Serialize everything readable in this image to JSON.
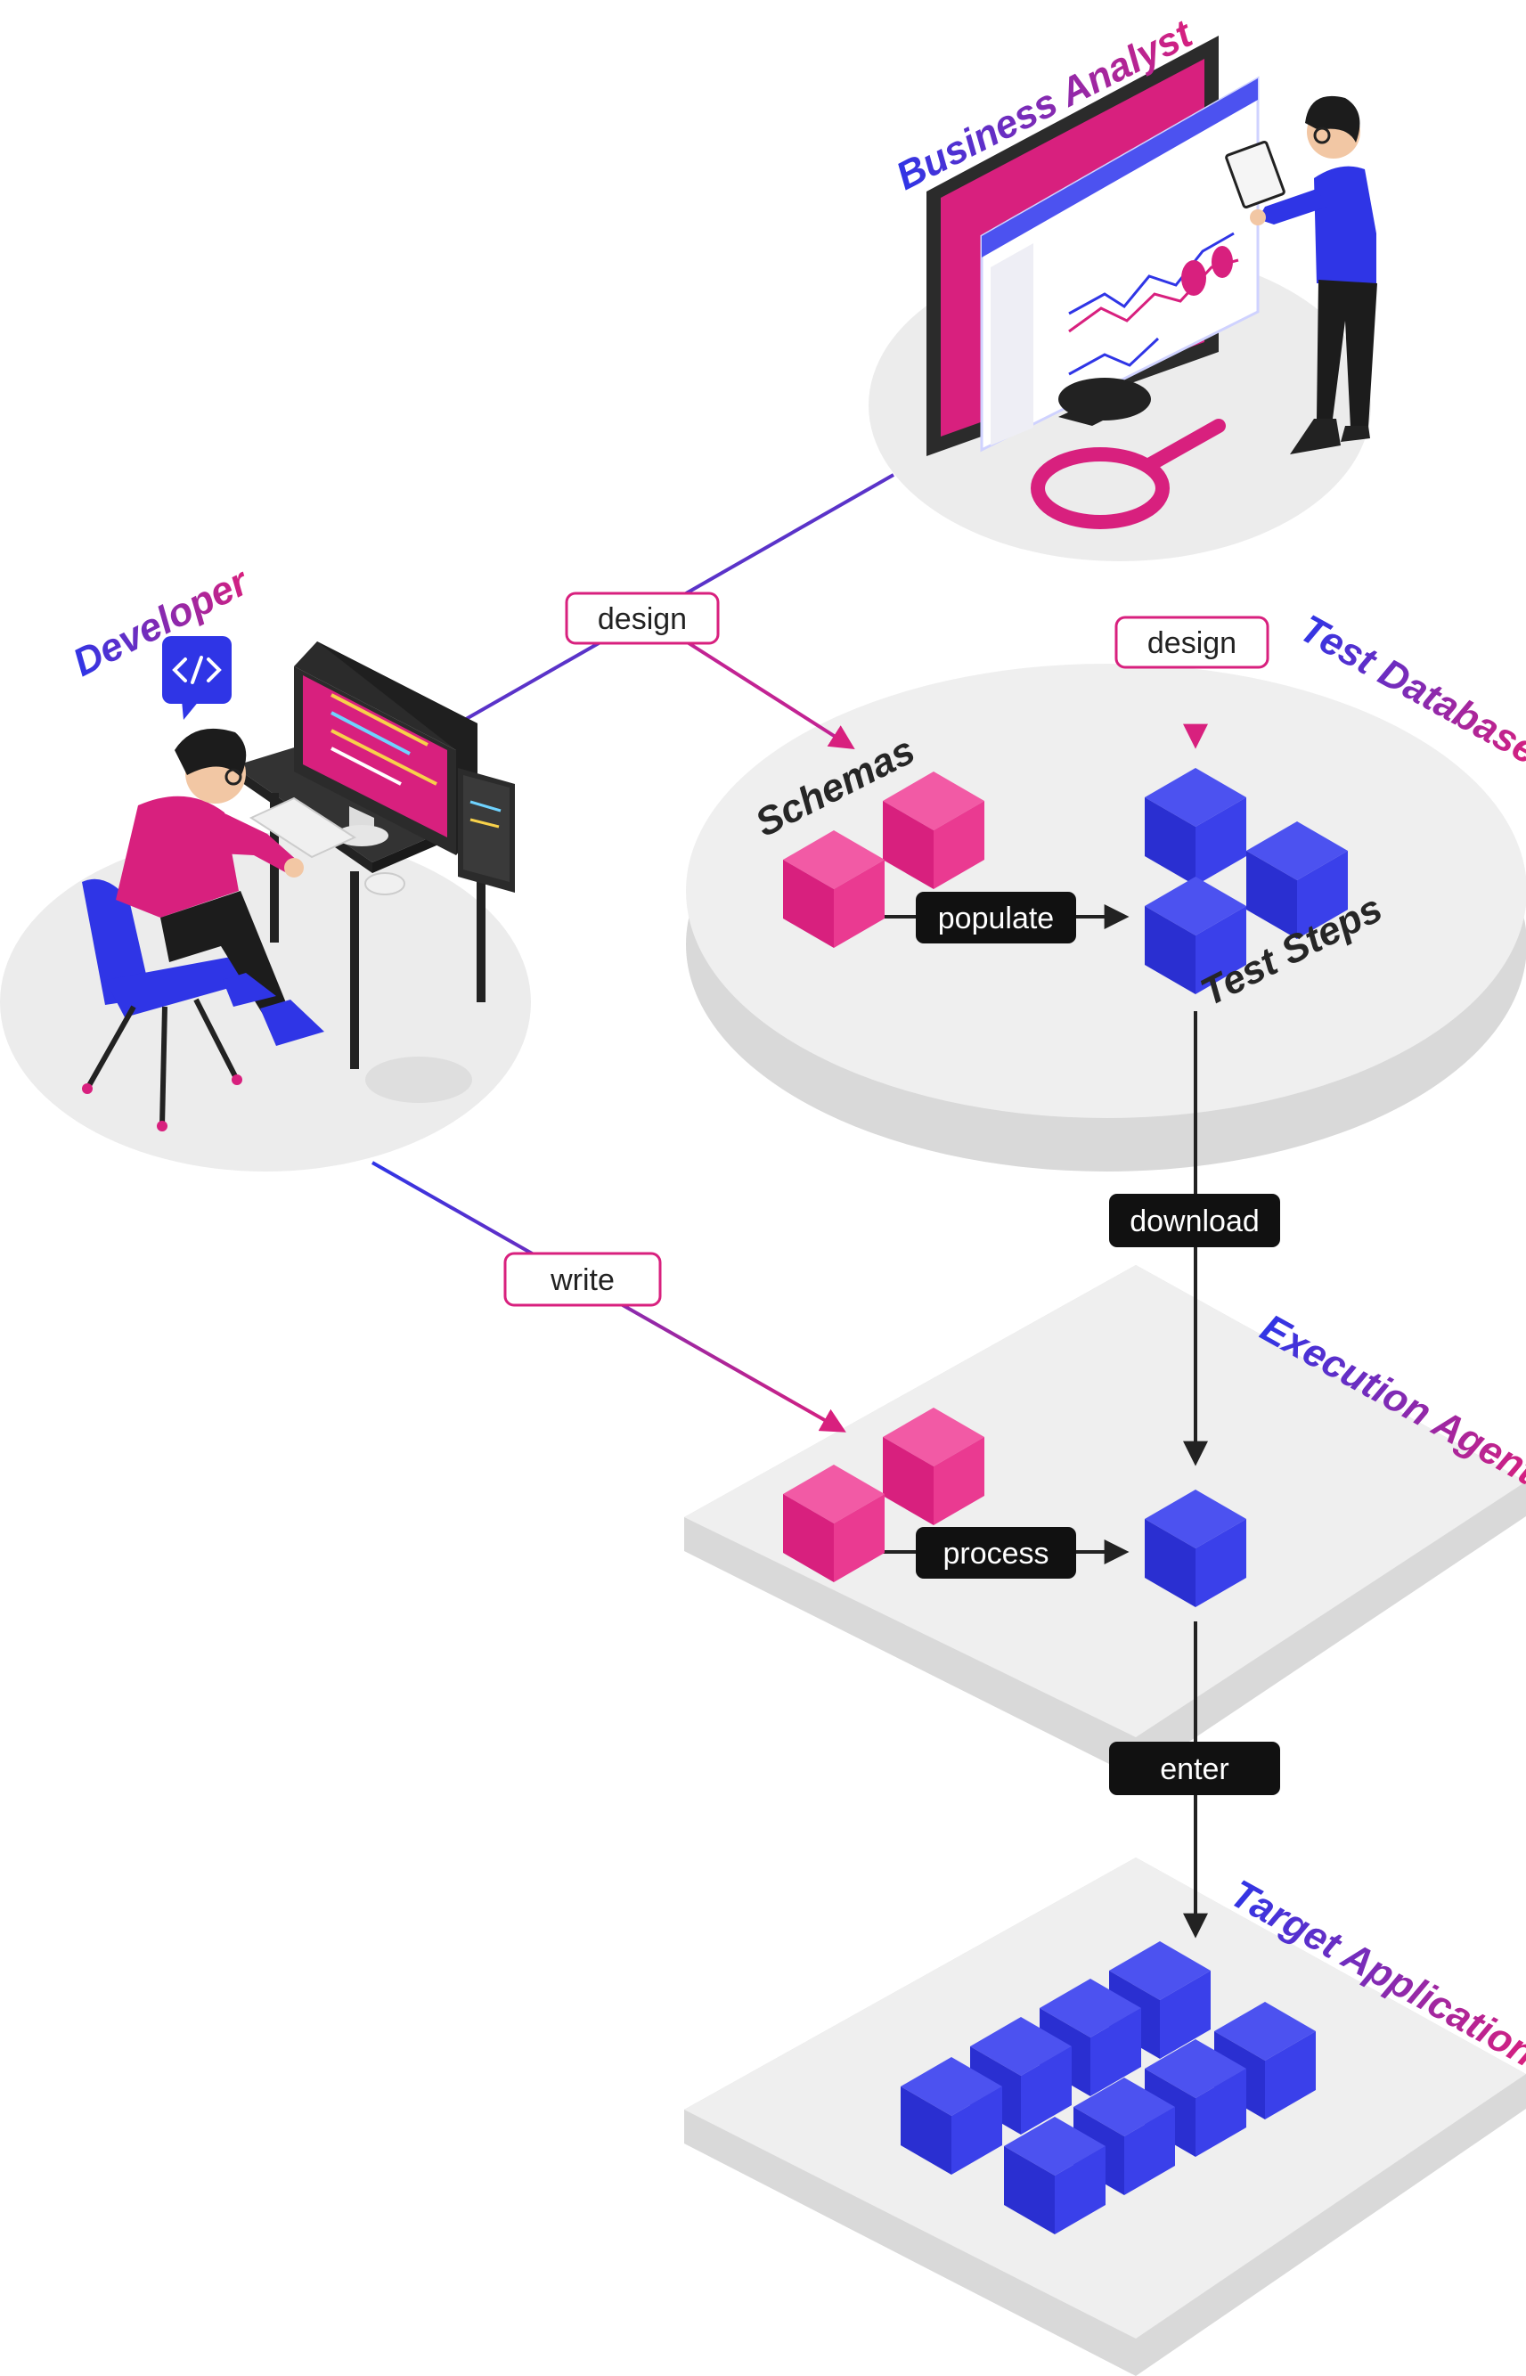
{
  "colors": {
    "accent_blue": "#2f35e6",
    "accent_pink": "#d8207e",
    "platform_top": "#efefef",
    "platform_side": "#d9d9d9",
    "pill_dark": "#111111",
    "text_dark": "#262626"
  },
  "actors": {
    "business_analyst": "Business Analyst",
    "developer": "Developer"
  },
  "zones": {
    "test_database": "Test Database",
    "execution_agent": "Execution Agent",
    "target_application": "Target Application"
  },
  "nodes": {
    "schemas": "Schemas",
    "test_steps": "Test Steps"
  },
  "edges": {
    "analyst_design": "design",
    "developer_design": "design",
    "populate": "populate",
    "download": "download",
    "write": "write",
    "process": "process",
    "enter": "enter"
  },
  "icons": {
    "developer_badge": "code-icon",
    "magnifier": "magnifier-icon"
  }
}
